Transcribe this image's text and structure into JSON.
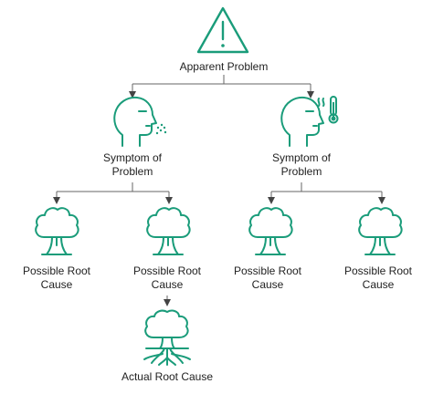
{
  "diagram": {
    "accent_color": "#1a9c7a",
    "line_color": "#666666",
    "nodes": {
      "apparent": {
        "icon": "warning-triangle-icon",
        "label": "Apparent Problem"
      },
      "symptom_left": {
        "icon": "sneezing-head-icon",
        "label": "Symptom of\nProblem"
      },
      "symptom_right": {
        "icon": "head-thermometer-icon",
        "label": "Symptom of\nProblem"
      },
      "root_1": {
        "icon": "tree-icon",
        "label": "Possible Root\nCause"
      },
      "root_2": {
        "icon": "tree-icon",
        "label": "Possible Root\nCause"
      },
      "root_3": {
        "icon": "tree-icon",
        "label": "Possible Root\nCause"
      },
      "root_4": {
        "icon": "tree-icon",
        "label": "Possible Root\nCause"
      },
      "actual": {
        "icon": "tree-with-roots-icon",
        "label": "Actual Root Cause"
      }
    }
  }
}
